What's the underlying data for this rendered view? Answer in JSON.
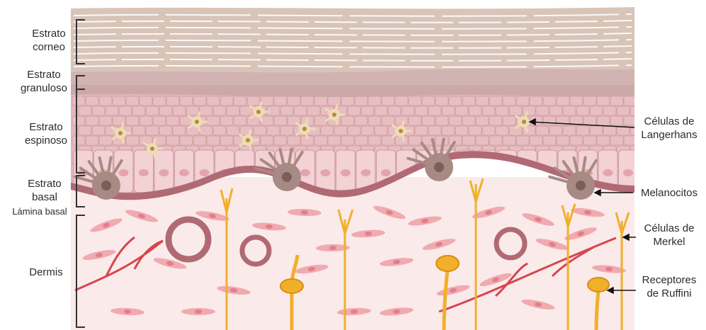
{
  "layers_left": {
    "corneo": [
      "Estrato",
      "corneo"
    ],
    "granuloso": [
      "Estrato",
      "granuloso"
    ],
    "espinoso": [
      "Estrato",
      "espinoso"
    ],
    "basal": [
      "Estrato",
      "basal"
    ],
    "lamina": "Lámina basal",
    "dermis": "Dermis"
  },
  "callouts_right": {
    "langerhans": [
      "Células de",
      "Langerhans"
    ],
    "melanocitos": "Melanocitos",
    "merkel": [
      "Células de",
      "Merkel"
    ],
    "ruffini": [
      "Receptores",
      "de Ruffini"
    ]
  },
  "colors": {
    "corneum": "#d9c4b8",
    "corneum_line": "#ffffff",
    "granulosum": "#c9a6a4",
    "spinosum": "#e2b7bb",
    "basal_cells": "#f2d2d4",
    "basement": "#b06a73",
    "dermis": "#fbeaea",
    "fibroblast": "#f0aab0",
    "vessel": "#d6464f",
    "nerve": "#f0b02a",
    "melanocyte": "#a88a84",
    "langerhans": "#eedcb6"
  }
}
